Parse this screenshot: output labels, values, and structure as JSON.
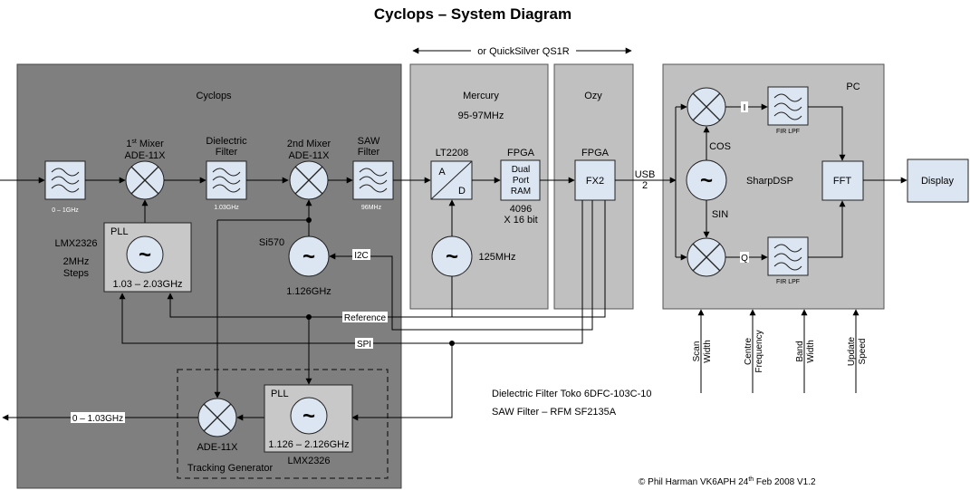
{
  "title": "Cyclops – System Diagram",
  "qs_span": "or QuickSilver  QS1R",
  "panels": {
    "cyclops": "Cyclops",
    "mercury": "Mercury",
    "mercury_freq": "95-97MHz",
    "ozy": "Ozy",
    "pc": "PC"
  },
  "blocks": {
    "bpf1_label": "0 – 1GHz",
    "mixer1_l1": "1",
    "mixer1_sup": "st",
    "mixer1_l1b": " Mixer",
    "mixer1_l2": "ADE-11X",
    "diel_l1": "Dielectric",
    "diel_l2": "Filter",
    "diel_caption": "1.03GHz",
    "mixer2_l1": "2nd Mixer",
    "mixer2_l2": "ADE-11X",
    "saw_l1": "SAW",
    "saw_l2": "Filter",
    "saw_caption": "96MHz",
    "pll1_label": "PLL",
    "pll1_range": "1.03 – 2.03GHz",
    "lmx_l1": "LMX2326",
    "lmx_l2": "2MHz",
    "lmx_l3": "Steps",
    "si570": "Si570",
    "si570_freq": "1.126GHz",
    "adc": "LT2208",
    "adc_a": "A",
    "adc_d": "D",
    "osc_125": "125MHz",
    "fpga1": "FPGA",
    "ram_l1": "Dual",
    "ram_l2": "Port",
    "ram_l3": "RAM",
    "ram_sz1": "4096",
    "ram_sz2": "X 16 bit",
    "fpga2": "FPGA",
    "fx2": "FX2",
    "usb_l1": "USB",
    "usb_l2": "2",
    "cos": "COS",
    "sin": "SIN",
    "i_label": "I",
    "q_label": "Q",
    "fir1": "FIR LPF",
    "fir2": "FIR LPF",
    "sharpdsp": "SharpDSP",
    "fft": "FFT",
    "display": "Display",
    "i2c": "I2C",
    "reference": "Reference",
    "spi": "SPI",
    "out_range": "0 – 1.03GHz",
    "ade_track": "ADE-11X",
    "tracking_gen": "Tracking Generator",
    "pll2_label": "PLL",
    "pll2_range": "1.126 – 2.126GHz",
    "lmx2": "LMX2326"
  },
  "controls": [
    {
      "l1": "Scan",
      "l2": "Width"
    },
    {
      "l1": "Centre",
      "l2": "Frequency"
    },
    {
      "l1": "Band",
      "l2": "Width"
    },
    {
      "l1": "Update",
      "l2": "Speed"
    }
  ],
  "notes": {
    "dielectric": "Dielectric Filter Toko 6DFC-103C-10",
    "saw": "SAW Filter – RFM SF2135A"
  },
  "copyright": {
    "pre": "© Phil Harman VK6APH 24",
    "sup": "th",
    "post": "  Feb 2008 V1.2"
  },
  "colors": {
    "cyclops_panel": "#7f7f7f",
    "mercury_panel": "#c0c0c0",
    "block_fill": "#dce6f2",
    "pll_fill": "#c8c8c8"
  }
}
